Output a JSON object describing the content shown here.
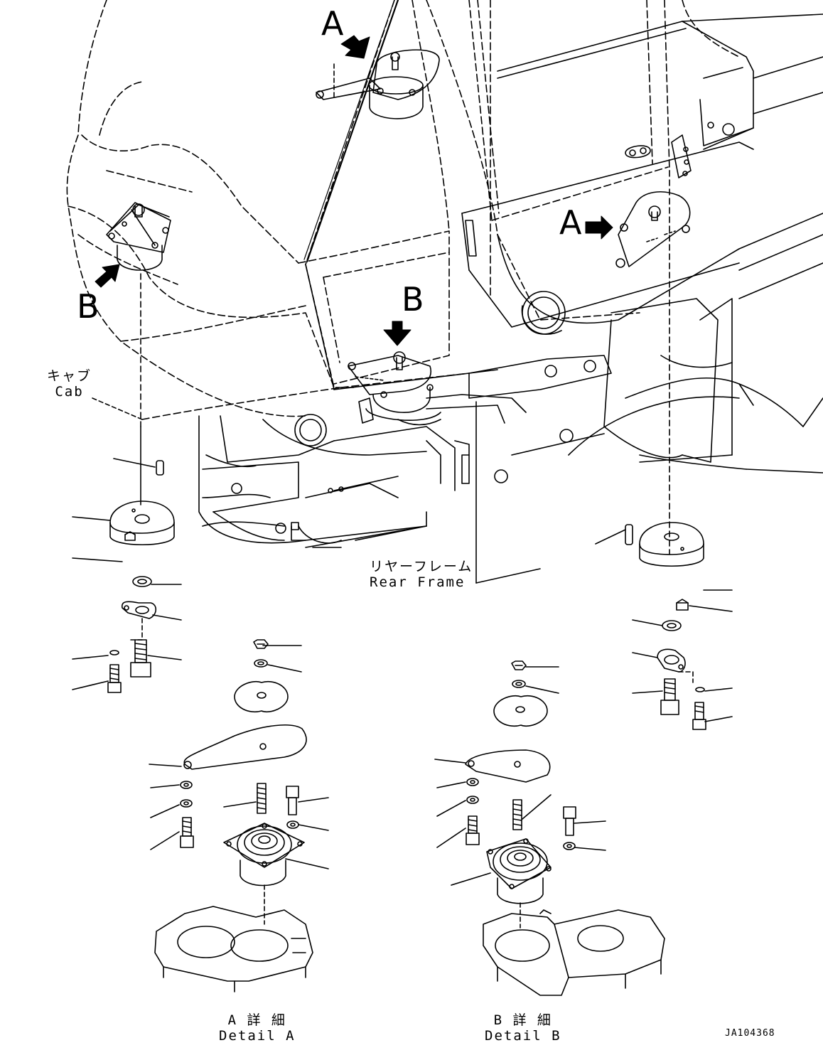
{
  "view_labels": {
    "a": "A",
    "b": "B"
  },
  "cab": {
    "jp": "キャブ",
    "en": "Cab"
  },
  "rear_frame": {
    "jp": "リヤーフレーム",
    "en": "Rear Frame"
  },
  "detail_a": {
    "jp": "A 詳 細",
    "en": "Detail A"
  },
  "detail_b": {
    "jp": "B 詳 細",
    "en": "Detail B"
  },
  "drawing_code": "JA104368"
}
